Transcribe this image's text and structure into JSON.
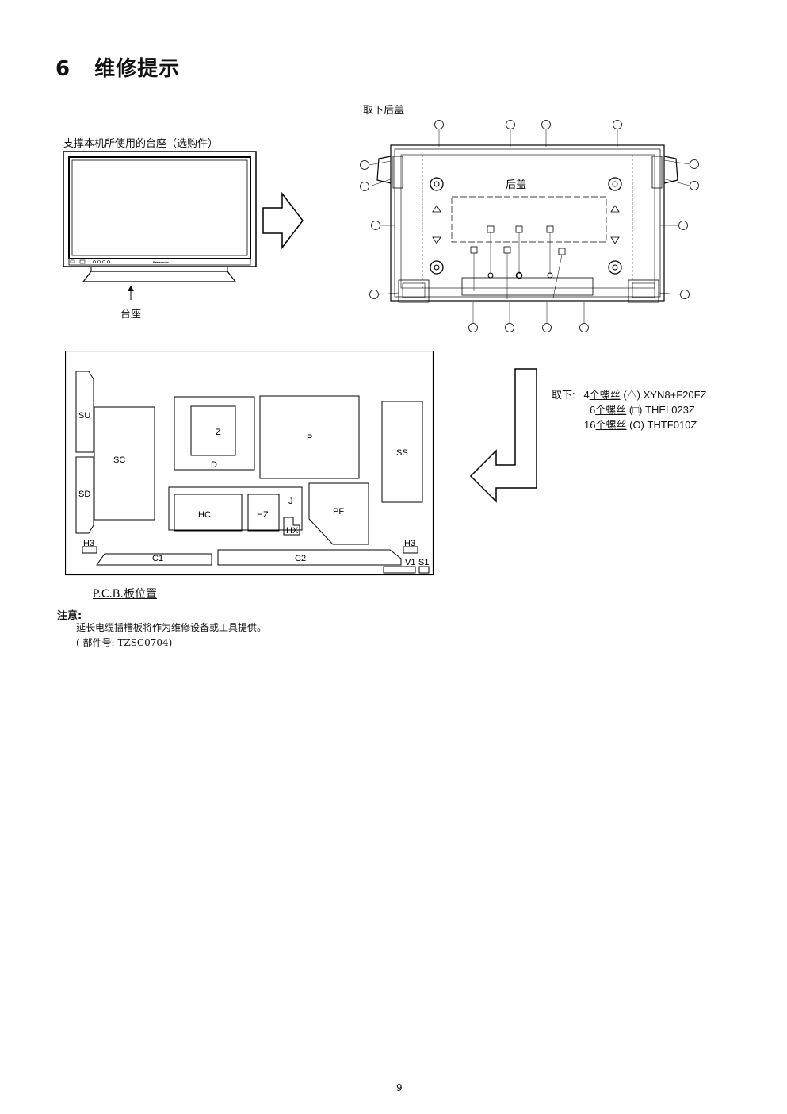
{
  "heading": {
    "number": "6",
    "title": "维修提示"
  },
  "front_view": {
    "caption": "支撑本机所使用的台座（选购件）",
    "stand_label": "台座",
    "brand": "Panasonic"
  },
  "rear_view": {
    "caption": "取下后盖",
    "cover_label": "后盖"
  },
  "screw_list": {
    "prefix": "取下:",
    "items": [
      {
        "count": "4",
        "unit": "个螺丝",
        "symbol": "(△)",
        "part": "XYN8+F20FZ"
      },
      {
        "count": "6",
        "unit": "个螺丝",
        "symbol": "(□)",
        "part": "THEL023Z"
      },
      {
        "count": "16",
        "unit": "个螺丝",
        "symbol": "(O)",
        "part": "THTF010Z"
      }
    ]
  },
  "pcb": {
    "caption": "P.C.B.板位置",
    "boards": {
      "SU": "SU",
      "SD": "SD",
      "SC": "SC",
      "Z": "Z",
      "D": "D",
      "P": "P",
      "SS": "SS",
      "J": "J",
      "HC": "HC",
      "HZ": "HZ",
      "HX": "HX",
      "PF": "PF",
      "H3_left": "H3",
      "H3_right": "H3",
      "C1": "C1",
      "C2": "C2",
      "V1": "V1",
      "S1": "S1"
    }
  },
  "note": {
    "title": "注意:",
    "lines": [
      "延长电缆插槽板将作为维修设备或工具提供。",
      "( 部件号: TZSC0704)"
    ]
  },
  "page_number": "9"
}
